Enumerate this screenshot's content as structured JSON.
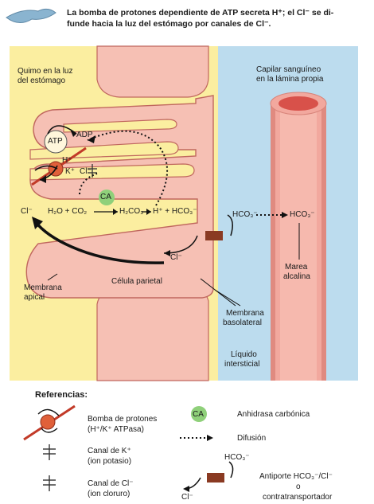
{
  "caption": {
    "line1": "La bomba de protones dependiente de ATP secreta H⁺; el Cl⁻ se di-",
    "line2": "funde hacia la luz del estómago por canales de Cl⁻."
  },
  "labels": {
    "lumen_line1": "Quimo en la luz",
    "lumen_line2": "del estómago",
    "capillary_line1": "Capilar sanguíneo",
    "capillary_line2": "en la lámina propia",
    "apical_line1": "Membrana",
    "apical_line2": "apical",
    "parietal_cell": "Célula parietal",
    "basolateral_line1": "Membrana",
    "basolateral_line2": "basolateral",
    "interstitial_line1": "Líquido",
    "interstitial_line2": "intersticial",
    "alkaline_line1": "Marea",
    "alkaline_line2": "alcalina"
  },
  "chem": {
    "atp": "ATP",
    "adp": "ADP",
    "h_plus": "H⁺",
    "k_plus": "K⁺",
    "cl_pore": "Cl⁻",
    "cl_lumen": "Cl⁻",
    "reaction": "H₂O + CO₂",
    "ca": "CA",
    "h2co3": "H₂CO₃",
    "h_hco3": "H⁺ + HCO₃⁻",
    "hco3_inter": "HCO₃⁻",
    "hco3_blood": "HCO₃⁻",
    "cl_baso": "Cl⁻"
  },
  "legend": {
    "title": "Referencias:",
    "pump_line1": "Bomba de protones",
    "pump_line2": "(H⁺/K⁺ ATPasa)",
    "ca_symbol": "CA",
    "ca_desc": "Anhidrasa carbónica",
    "diffusion": "Difusión",
    "k_channel_line1": "Canal de K⁺",
    "k_channel_line2": "(ion potasio)",
    "cl_channel_line1": "Canal de Cl⁻",
    "cl_channel_line2": "(ion cloruro)",
    "anti_hco3": "HCO₃⁻",
    "anti_cl": "Cl⁻",
    "antiport_line1": "Antiporte HCO₃⁻/Cl⁻",
    "antiport_line2": "o",
    "antiport_line3": "contratransportador"
  },
  "colors": {
    "lumen": "#fbeea0",
    "interstitial": "#bcdcee",
    "cell_fill": "#f6c0b4",
    "cell_stroke": "#c0675e",
    "vessel": "#f2a89e",
    "vessel_dark": "#d8514a",
    "pump": "#e0603a",
    "ca_green": "#8fd07a",
    "antiporter": "#8a3a22"
  }
}
